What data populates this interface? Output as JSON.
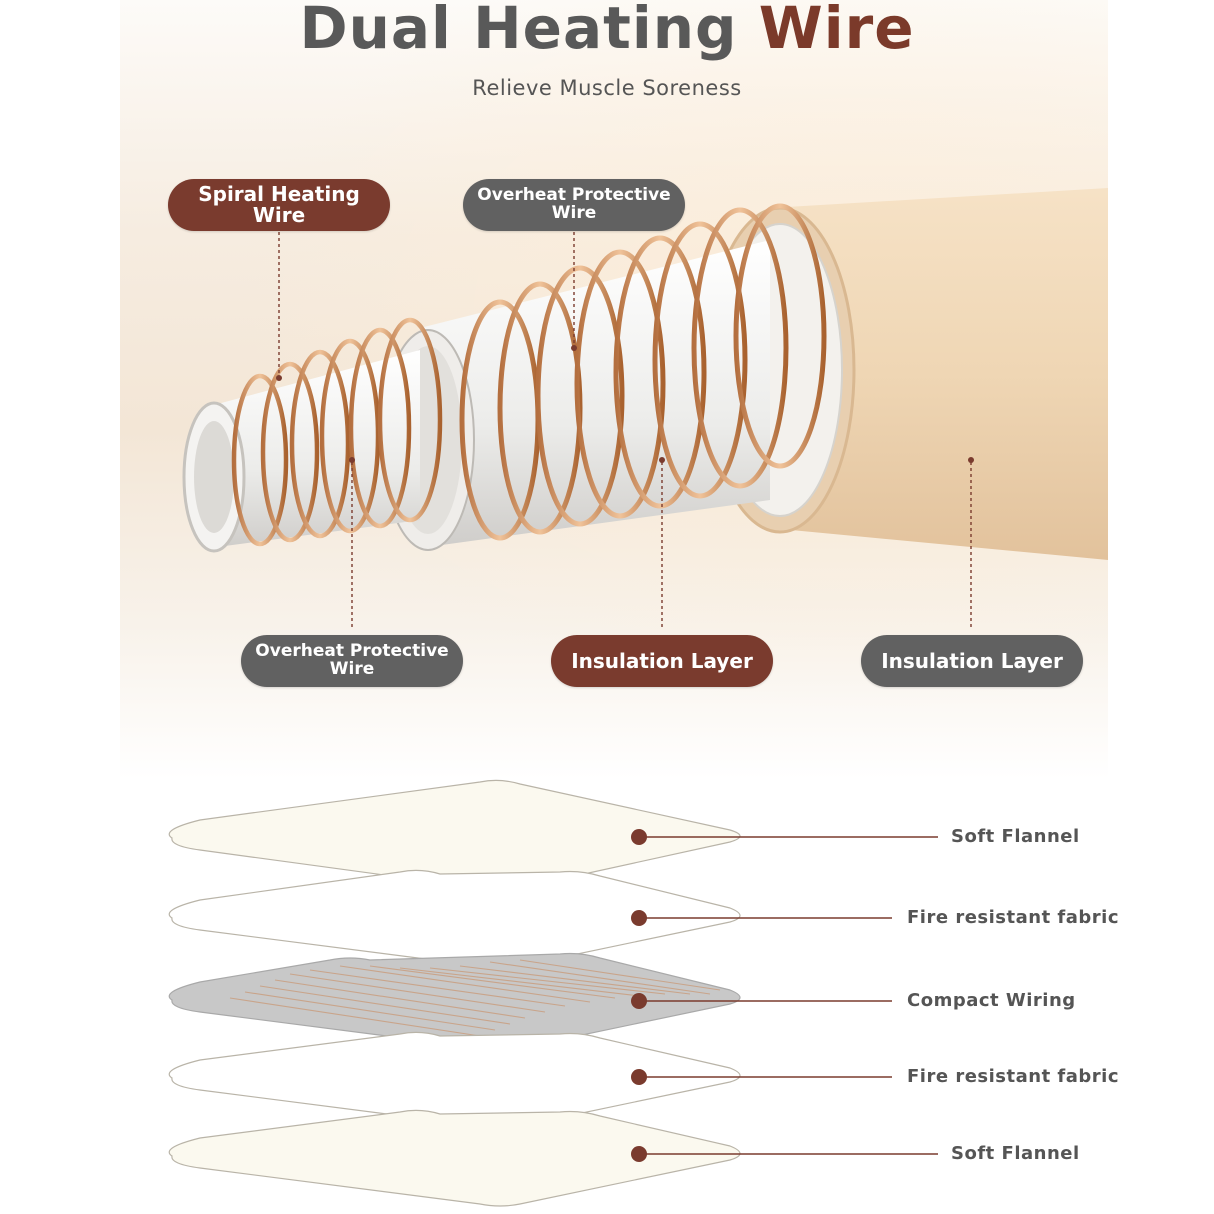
{
  "header": {
    "title_part1": "Dual Heating",
    "title_part2": "Wire",
    "subtitle": "Relieve Muscle Soreness"
  },
  "cable_labels": [
    {
      "text": "Spiral Heating Wire",
      "style": "brown"
    },
    {
      "text": "Overheat Protective Wire",
      "style": "gray"
    },
    {
      "text": "Overheat Protective Wire",
      "style": "gray"
    },
    {
      "text": "Insulation Layer",
      "style": "brown"
    },
    {
      "text": "Insulation Layer",
      "style": "gray"
    }
  ],
  "layers": [
    {
      "label": "Soft Flannel",
      "fill": "#fbf9ef"
    },
    {
      "label": "Fire resistant fabric",
      "fill": "#ffffff"
    },
    {
      "label": "Compact Wiring",
      "fill": "#c8c8c8"
    },
    {
      "label": "Fire resistant fabric",
      "fill": "#ffffff"
    },
    {
      "label": "Soft Flannel",
      "fill": "#fbf9ef"
    }
  ],
  "colors": {
    "brown": "#7a3b2e",
    "gray": "#616161",
    "copper": "#c98a5a",
    "beige": "#ecd3b3",
    "leader_dot": "#7a3b2e"
  }
}
